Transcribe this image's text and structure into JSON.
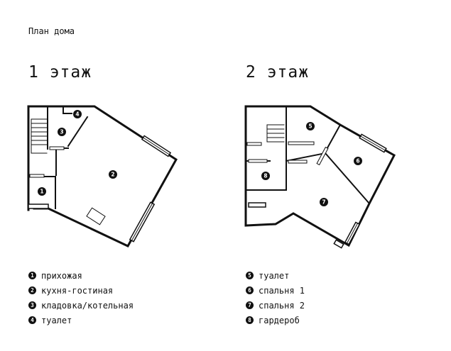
{
  "page_title": "План дома",
  "floors": [
    {
      "title": "1 этаж"
    },
    {
      "title": "2 этаж"
    }
  ],
  "legend_floor1": [
    {
      "num": "1",
      "label": "прихожая"
    },
    {
      "num": "2",
      "label": "кухня-гостиная"
    },
    {
      "num": "3",
      "label": "кладовка/котельная"
    },
    {
      "num": "4",
      "label": "туалет"
    }
  ],
  "legend_floor2": [
    {
      "num": "5",
      "label": "туалет"
    },
    {
      "num": "6",
      "label": "спальня 1"
    },
    {
      "num": "7",
      "label": "спальня 2"
    },
    {
      "num": "8",
      "label": "гардероб"
    }
  ],
  "colors": {
    "ink": "#111111",
    "background": "#ffffff"
  }
}
